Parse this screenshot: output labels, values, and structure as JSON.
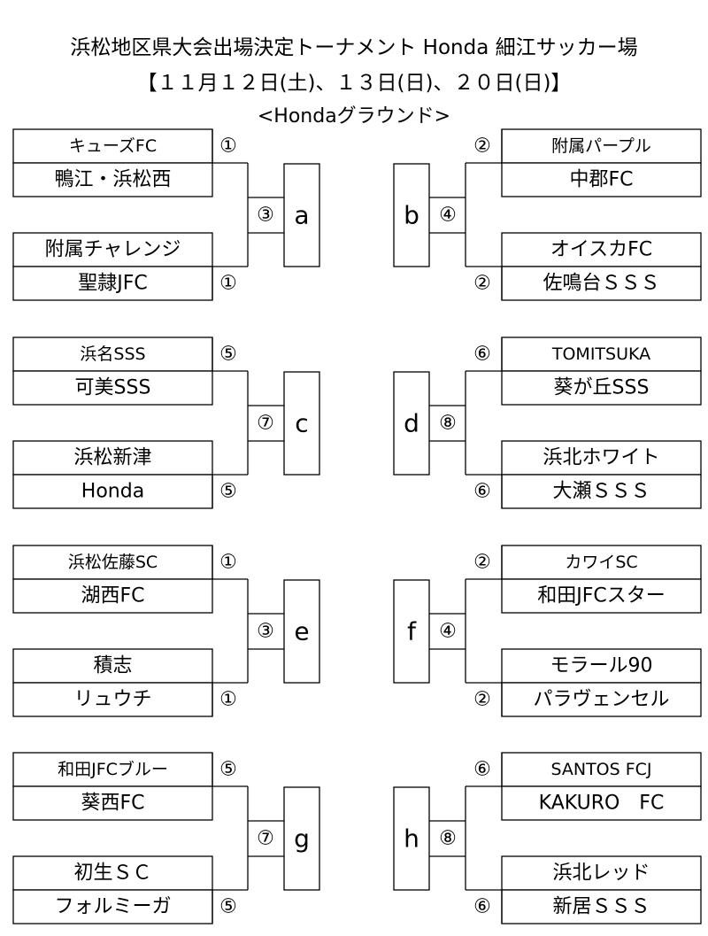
{
  "header": {
    "title": "浜松地区県大会出場決定トーナメント Honda 細江サッカー場",
    "dates": "【１１月１２日(土)、１３日(日)、２０日(日)】",
    "venue": "<Hondaグラウンド>"
  },
  "blocks": [
    {
      "left": {
        "letter": "a",
        "final": "③",
        "teams": [
          "キューズFC",
          "鴨江・浜松西",
          "附属チャレンジ",
          "聖隷JFC"
        ],
        "marks": [
          "①",
          "①"
        ]
      },
      "right": {
        "letter": "b",
        "final": "④",
        "teams": [
          "附属パープル",
          "中郡FC",
          "オイスカFC",
          "佐鳴台ＳＳＳ"
        ],
        "marks": [
          "②",
          "②"
        ]
      }
    },
    {
      "left": {
        "letter": "c",
        "final": "⑦",
        "teams": [
          "浜名SSS",
          "可美SSS",
          "浜松新津",
          "Honda"
        ],
        "marks": [
          "⑤",
          "⑤"
        ]
      },
      "right": {
        "letter": "d",
        "final": "⑧",
        "teams": [
          "TOMITSUKA",
          "葵が丘SSS",
          "浜北ホワイト",
          "大瀬ＳＳＳ"
        ],
        "marks": [
          "⑥",
          "⑥"
        ]
      }
    },
    {
      "left": {
        "letter": "e",
        "final": "③",
        "teams": [
          "浜松佐藤SC",
          "湖西FC",
          "積志",
          "リュウチ"
        ],
        "marks": [
          "①",
          "①"
        ]
      },
      "right": {
        "letter": "f",
        "final": "④",
        "teams": [
          "カワイSC",
          "和田JFCスター",
          "モラール90",
          "パラヴェンセル"
        ],
        "marks": [
          "②",
          "②"
        ]
      }
    },
    {
      "left": {
        "letter": "g",
        "final": "⑦",
        "teams": [
          "和田JFCブルー",
          "葵西FC",
          "初生ＳＣ",
          "フォルミーガ"
        ],
        "marks": [
          "⑤",
          "⑤"
        ]
      },
      "right": {
        "letter": "h",
        "final": "⑧",
        "teams": [
          "SANTOS FCJ",
          "KAKURO　FC",
          "浜北レッド",
          "新居ＳＳＳ"
        ],
        "marks": [
          "⑥",
          "⑥"
        ]
      }
    }
  ]
}
